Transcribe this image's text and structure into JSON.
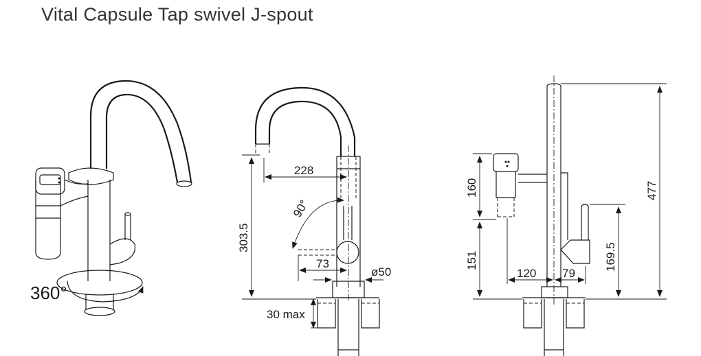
{
  "title": "Vital Capsule Tap swivel J-spout",
  "labels": {
    "rotation": "360°",
    "reach": "228",
    "height_front": "303.5",
    "angle": "90°",
    "handle_offset": "73",
    "diameter": "ø50",
    "mount_thickness": "30 max",
    "filter_height": "160",
    "body_height": "151",
    "filter_offset": "120",
    "lever_offset": "79",
    "lever_height": "169.5",
    "total_height": "477"
  }
}
